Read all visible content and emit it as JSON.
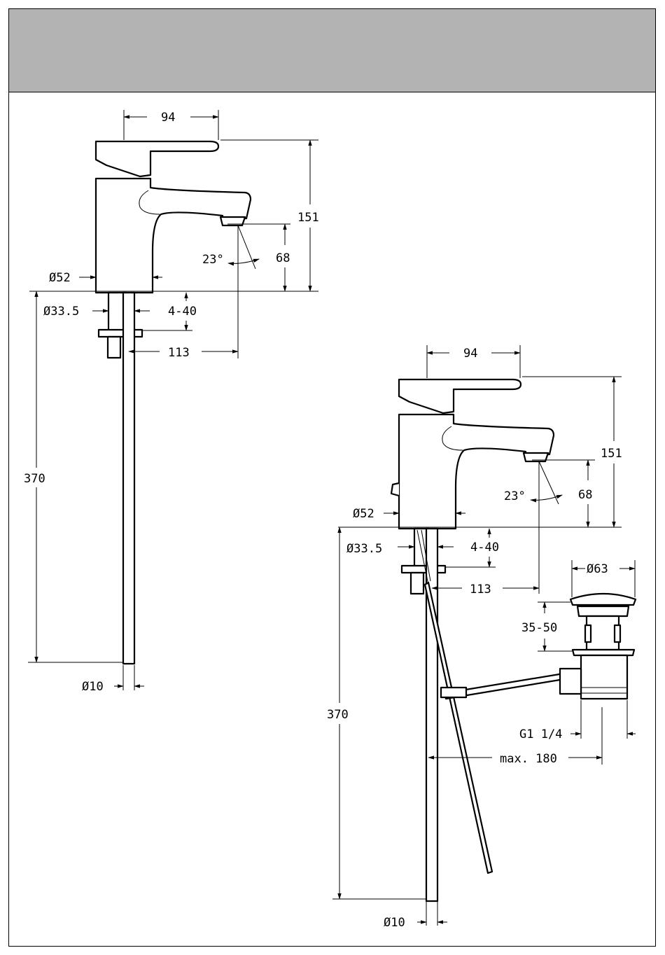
{
  "drawing": {
    "colors": {
      "header_band": "#b3b3b3",
      "line": "#000000",
      "background": "#ffffff"
    },
    "views": [
      {
        "id": "mixer-without-waste",
        "dimensions": {
          "lever_reach": "94",
          "total_height": "151",
          "spout_height": "68",
          "spout_angle": "23°",
          "body_diameter": "Ø52",
          "shank_diameter": "Ø33.5",
          "worktop_thickness": "4-40",
          "spout_projection": "113",
          "hose_length": "370",
          "hose_diameter": "Ø10"
        }
      },
      {
        "id": "mixer-with-pop-up-waste",
        "dimensions": {
          "lever_reach": "94",
          "total_height": "151",
          "spout_height": "68",
          "spout_angle": "23°",
          "body_diameter": "Ø52",
          "shank_diameter": "Ø33.5",
          "worktop_thickness": "4-40",
          "spout_projection": "113",
          "hose_length": "370",
          "hose_diameter": "Ø10",
          "waste_plug_diameter": "Ø63",
          "waste_height_range": "35-50",
          "waste_thread": "G1 1/4",
          "rod_reach": "max. 180"
        }
      }
    ]
  }
}
